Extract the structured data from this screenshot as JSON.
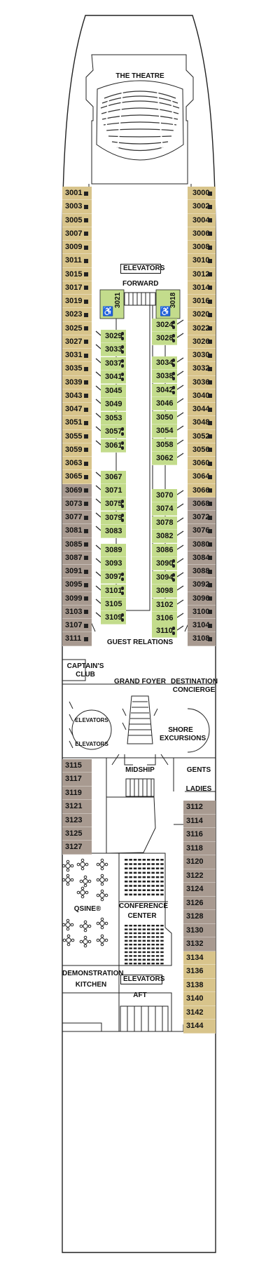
{
  "colors": {
    "outside_cabin": "#d8c48b",
    "veranda_cabin": "#a89a90",
    "inside_cabin": "#c3dc8c",
    "hull": "#ffffff",
    "line": "#222222"
  },
  "venues": {
    "theatre": "THE THEATRE",
    "elevators_forward": "ELEVATORS",
    "forward": "FORWARD",
    "guest_relations": "GUEST RELATIONS",
    "captains_club": "CAPTAIN'S CLUB",
    "grand_foyer": "GRAND FOYER",
    "destination_concierge": "DESTINATION CONCIERGE",
    "elevators_mid_1": "ELEVATORS",
    "elevators_mid_2": "ELEVATORS",
    "shore_excursions": "SHORE EXCURSIONS",
    "midship": "MIDSHIP",
    "gents": "GENTS",
    "ladies": "LADIES",
    "qsine": "QSINE®",
    "conference": "CONFERENCE",
    "center": "CENTER",
    "demonstration_kitchen": "DEMONSTRATION KITCHEN",
    "elevators_aft": "ELEVATORS",
    "aft": "AFT"
  },
  "icons": {
    "accessible": "wheelchair-icon",
    "stairs": "stairs-icon",
    "berth": "berth-icon"
  },
  "accessible_cabins": [
    "3021",
    "3018"
  ],
  "cabins": {
    "left_outer": [
      "3001",
      "3003",
      "3005",
      "3007",
      "3009",
      "3011",
      "3015",
      "3017",
      "3019",
      "3023",
      "3025",
      "3027",
      "3031",
      "3035",
      "3039",
      "3043",
      "3047",
      "3051",
      "3055",
      "3059",
      "3063",
      "3065",
      "3069",
      "3073",
      "3077",
      "3081",
      "3085",
      "3087",
      "3091",
      "3095",
      "3099",
      "3103",
      "3107",
      "3111"
    ],
    "right_outer": [
      "3000",
      "3002",
      "3004",
      "3006",
      "3008",
      "3010",
      "3012",
      "3014",
      "3016",
      "3020",
      "3022",
      "3026",
      "3030",
      "3032",
      "3036",
      "3040",
      "3044",
      "3048",
      "3052",
      "3056",
      "3060",
      "3064",
      "3066",
      "3068",
      "3072",
      "3076",
      "3080",
      "3084",
      "3088",
      "3092",
      "3096",
      "3100",
      "3104",
      "3108"
    ],
    "inner_left": [
      "3029",
      "3033",
      "3037",
      "3041",
      "3045",
      "3049",
      "3053",
      "3057",
      "3061",
      "3067",
      "3071",
      "3075",
      "3079",
      "3083",
      "3089",
      "3093",
      "3097",
      "3101",
      "3105",
      "3109"
    ],
    "inner_right": [
      "3024",
      "3028",
      "3034",
      "3038",
      "3042",
      "3046",
      "3050",
      "3054",
      "3058",
      "3062",
      "3070",
      "3074",
      "3078",
      "3082",
      "3086",
      "3090",
      "3094",
      "3098",
      "3102",
      "3106",
      "3110"
    ],
    "aft_left": [
      "3115",
      "3117",
      "3119",
      "3121",
      "3123",
      "3125",
      "3127"
    ],
    "aft_right": [
      "3112",
      "3114",
      "3116",
      "3118",
      "3120",
      "3122",
      "3124",
      "3126",
      "3128",
      "3130",
      "3132",
      "3134",
      "3136",
      "3138",
      "3140",
      "3142",
      "3144"
    ]
  }
}
